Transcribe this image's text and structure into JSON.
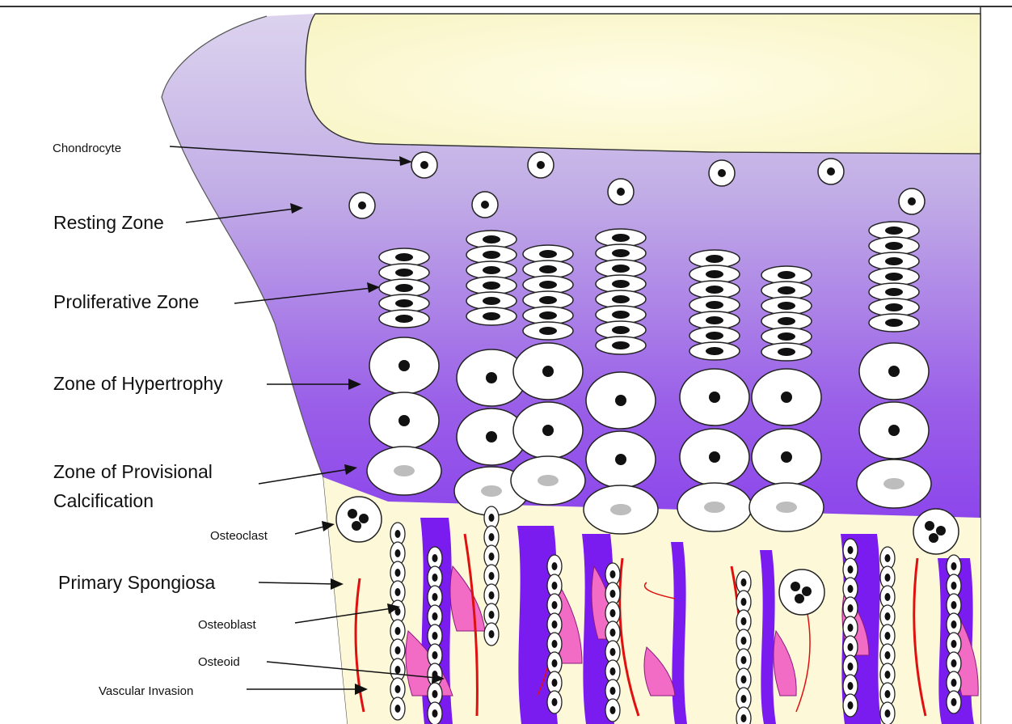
{
  "labels": {
    "chondrocyte": "Chondrocyte",
    "resting_zone": "Resting Zone",
    "proliferative_zone": "Proliferative Zone",
    "zone_of_hypertrophy": "Zone of Hypertrophy",
    "provisional_line1": "Zone of Provisional",
    "provisional_line2": "Calcification",
    "osteoclast": "Osteoclast",
    "primary_spongiosa": "Primary Spongiosa",
    "osteoblast": "Osteoblast",
    "osteoid": "Osteoid",
    "vascular_invasion": "Vascular Invasion"
  },
  "colors": {
    "cartilage_top": "#ddd6ee",
    "cartilage_bottom": "#7a20f0",
    "epiphysis": "#fffbd3",
    "bone": "#fdfadc",
    "osteoid": "#f26bc4",
    "vessel": "#e01010",
    "cell": "#ffffff",
    "nucleus": "#111111",
    "calcified_nucleus": "#bdbdbd"
  }
}
